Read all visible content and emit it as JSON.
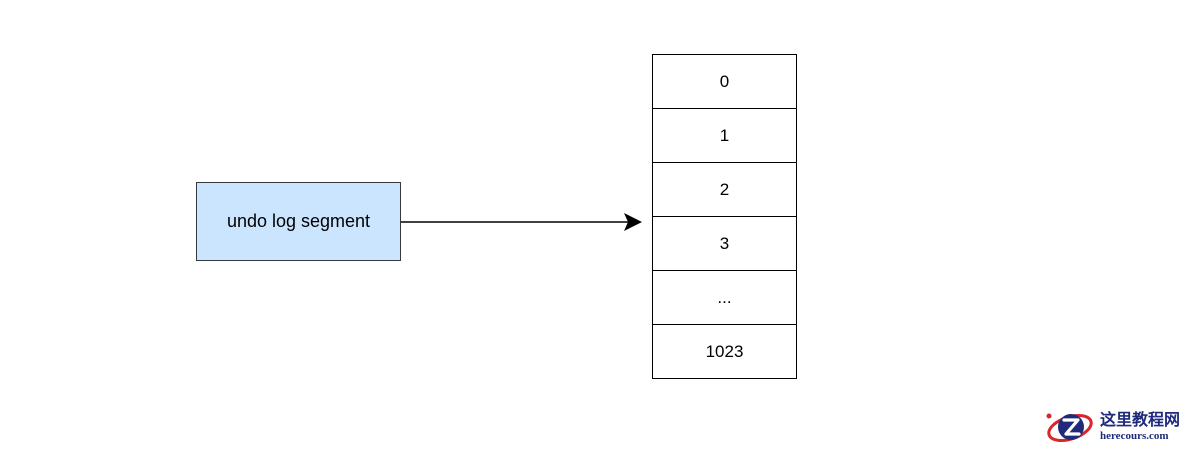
{
  "diagram": {
    "source": {
      "label": "undo log segment",
      "fill": "#cce5ff",
      "border": "#36393d"
    },
    "slots": [
      {
        "label": "0"
      },
      {
        "label": "1"
      },
      {
        "label": "2"
      },
      {
        "label": "3"
      },
      {
        "label": "..."
      },
      {
        "label": "1023"
      }
    ],
    "edges": [
      {
        "from": "undo log segment",
        "to": "slot-stack",
        "type": "arrow"
      }
    ]
  },
  "watermark": {
    "name": "这里教程网",
    "domain": "herecours.com",
    "logo_icon": "z-logo-icon",
    "colors": {
      "navy": "#1f2a7a",
      "red": "#d9252b"
    }
  }
}
